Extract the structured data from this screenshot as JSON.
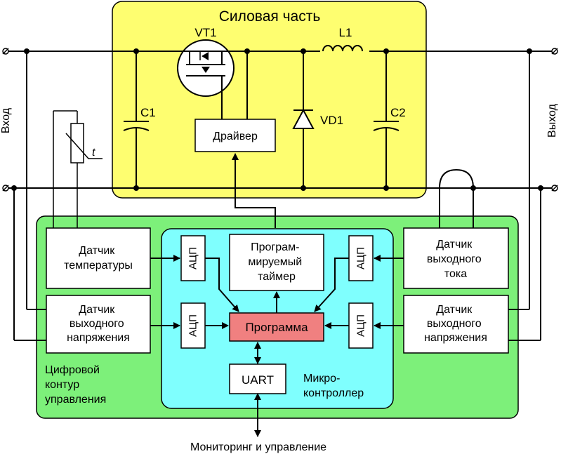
{
  "power_section": {
    "title": "Силовая часть"
  },
  "components": {
    "transistor": "VT1",
    "inductor": "L1",
    "diode": "VD1",
    "cap_in": "C1",
    "cap_out": "C2",
    "thermistor_symbol": "t"
  },
  "terminals": {
    "input": "Вход",
    "output": "Выход"
  },
  "blocks": {
    "driver": "Драйвер",
    "temp_sensor": [
      "Датчик",
      "температуры"
    ],
    "in_voltage_sensor": [
      "Датчик",
      "выходного",
      "напряжения"
    ],
    "current_sensor": [
      "Датчик",
      "выходного",
      "тока"
    ],
    "out_voltage_sensor": [
      "Датчик",
      "выходного",
      "напряжения"
    ],
    "timer": [
      "Програм-",
      "мируемый",
      "таймер"
    ],
    "program": "Программа",
    "uart": "UART",
    "adc": "АЦП"
  },
  "digital_section": {
    "label": [
      "Цифровой",
      "контур",
      "управления"
    ]
  },
  "mcu_section": {
    "label": [
      "Микро-",
      "контроллер"
    ]
  },
  "bottom_label": "Мониторинг и управление",
  "colors": {
    "power_bg": "#fefe70",
    "digital_bg": "#7df07a",
    "mcu_bg": "#7ffffe",
    "program_bg": "#f08080"
  }
}
